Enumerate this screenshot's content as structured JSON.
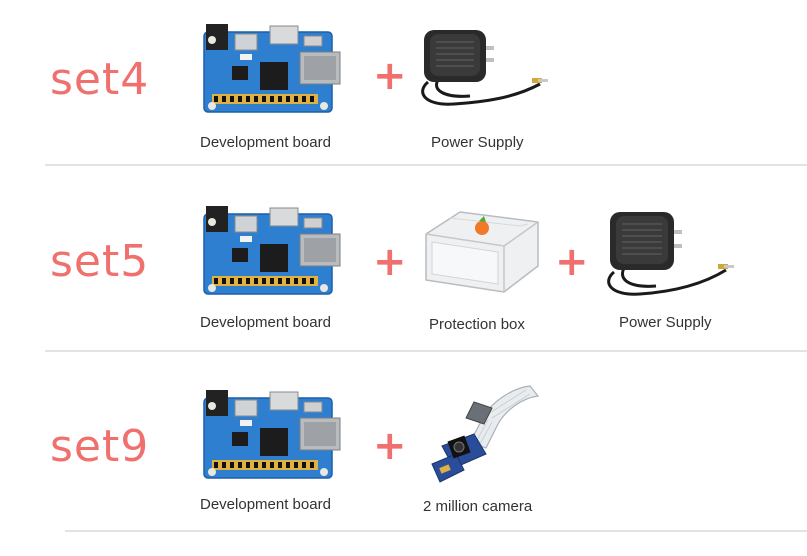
{
  "sets": [
    {
      "label": "set4",
      "items": [
        {
          "icon": "development-board-icon",
          "caption": "Development board"
        },
        {
          "icon": "power-supply-icon",
          "caption": "Power Supply"
        }
      ]
    },
    {
      "label": "set5",
      "items": [
        {
          "icon": "development-board-icon",
          "caption": "Development board"
        },
        {
          "icon": "protection-box-icon",
          "caption": "Protection box"
        },
        {
          "icon": "power-supply-icon",
          "caption": "Power Supply"
        }
      ]
    },
    {
      "label": "set9",
      "items": [
        {
          "icon": "development-board-icon",
          "caption": "Development board"
        },
        {
          "icon": "camera-module-icon",
          "caption": "2 million camera"
        }
      ]
    }
  ],
  "plus_sign": "+",
  "colors": {
    "accent": "#f0706e",
    "divider": "#e3e3e3",
    "caption_text": "#333333",
    "board_blue": "#2f7fd0"
  }
}
